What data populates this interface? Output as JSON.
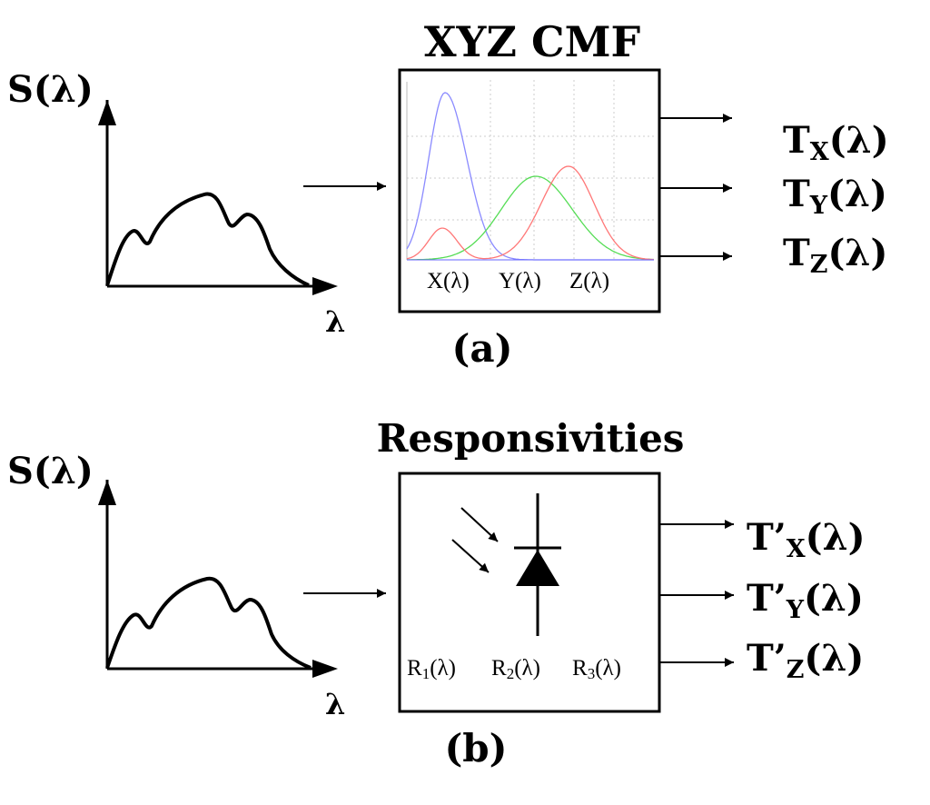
{
  "panel_a": {
    "title": "XYZ CMF",
    "input_label": "S(λ)",
    "axis_label": "λ",
    "caption": "(a)",
    "cmf_labels": [
      "X(λ)",
      "Y(λ)",
      "Z(λ)"
    ],
    "outputs": [
      {
        "base": "T",
        "sub": "X",
        "tail": "(λ)"
      },
      {
        "base": "T",
        "sub": "Y",
        "tail": "(λ)"
      },
      {
        "base": "T",
        "sub": "Z",
        "tail": "(λ)"
      }
    ],
    "curve_colors": {
      "blue": "#8a8aff",
      "green": "#55dd55",
      "red": "#ff7777"
    }
  },
  "panel_b": {
    "title": "Responsivities",
    "input_label": "S(λ)",
    "axis_label": "λ",
    "caption": "(b)",
    "resp_labels": [
      {
        "base": "R",
        "sub": "1",
        "tail": "(λ)"
      },
      {
        "base": "R",
        "sub": "2",
        "tail": "(λ)"
      },
      {
        "base": "R",
        "sub": "3",
        "tail": "(λ)"
      }
    ],
    "outputs": [
      {
        "base": "T’",
        "sub": "X",
        "tail": "(λ)"
      },
      {
        "base": "T’",
        "sub": "Y",
        "tail": "(λ)"
      },
      {
        "base": "T’",
        "sub": "Z",
        "tail": "(λ)"
      }
    ]
  }
}
